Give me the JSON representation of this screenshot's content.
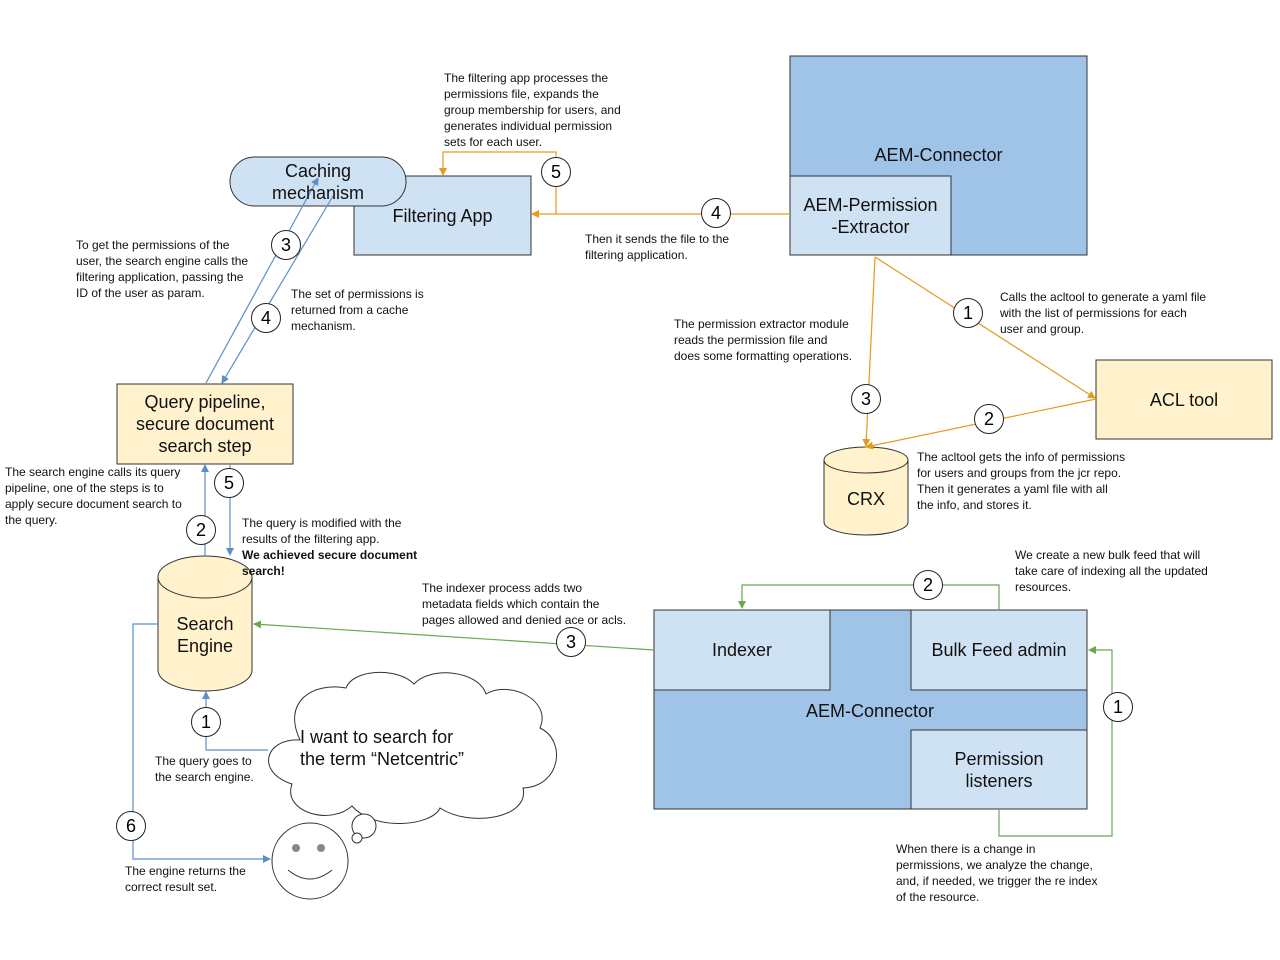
{
  "colors": {
    "aem_blue": "#a0c4e8",
    "light_blue": "#cfe2f3",
    "yellow": "#fff2cc",
    "orange_arrow": "#e69a1e",
    "blue_arrow": "#5b8fc7",
    "green_arrow": "#6aa84f"
  },
  "nodes": {
    "aem_connector_top": "AEM-Connector",
    "aem_permission_extractor": "AEM-Permission\n-Extractor",
    "filtering_app": "Filtering App",
    "caching_mechanism": "Caching\nmechanism",
    "acl_tool": "ACL tool",
    "crx": "CRX",
    "query_pipeline": "Query pipeline,\nsecure document\nsearch step",
    "search_engine": "Search\nEngine",
    "indexer": "Indexer",
    "bulk_feed_admin": "Bulk Feed admin",
    "aem_connector_bottom": "AEM-Connector",
    "permission_listeners": "Permission\nlisteners",
    "thought": "I want to search for\nthe term “Netcentric”"
  },
  "notes": {
    "filtering_app_processes": "The filtering app processes the\npermissions file, expands the\ngroup membership for users, and\ngenerates individual permission\nsets for each user.",
    "sends_file": "Then it sends the file to the\nfiltering application.",
    "calls_acltool": "Calls the acltool to generate a yaml file\nwith the list of permissions for each\nuser and group.",
    "extractor_reads": "The permission extractor module\nreads the permission file and\ndoes some formatting operations.",
    "acltool_gets": "The acltool gets the info of permissions\nfor users and groups from the jcr repo.\nThen it generates a yaml file with all\nthe info, and stores it.",
    "get_permissions": "To get the permissions of the\nuser, the search engine calls the\nfiltering application, passing the\nID of the user as param.",
    "set_returned": "The set of permissions is\nreturned from a cache\nmechanism.",
    "engine_calls_pipeline": "The search engine calls its query\npipeline, one of the steps is to\napply secure document search to\nthe query.",
    "query_modified": "The query is modified with the\nresults of the filtering app.",
    "query_modified_bold": "We achieved secure document\nsearch!",
    "indexer_adds": "The indexer process adds two\nmetadata fields which contain the\npages allowed and denied ace or acls.",
    "new_bulk_feed": "We create a new bulk feed that will\ntake care of indexing all the updated\nresources.",
    "query_goes": "The query goes to\nthe search engine.",
    "engine_returns": "The engine returns the\ncorrect result set.",
    "change_in_permissions": "When there is a change in\npermissions, we analyze the change,\nand, if needed, we trigger the re index\nof the resource."
  },
  "steps": {
    "s5_filtering": "5",
    "s4_send": "4",
    "s1_acl": "1",
    "s3_crx": "3",
    "s2_acl": "2",
    "s3_pipeline": "3",
    "s4_cache": "4",
    "s5_pipeline": "5",
    "s2_engine": "2",
    "s2_bulk": "2",
    "s3_indexer": "3",
    "s1_listeners": "1",
    "s1_query": "1",
    "s6_result": "6"
  }
}
